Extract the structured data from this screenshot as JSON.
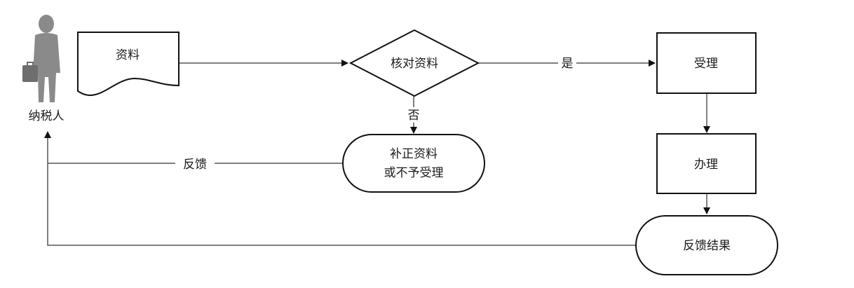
{
  "actor": {
    "label": "纳税人"
  },
  "nodes": {
    "documents": "资料",
    "check": "核对资料",
    "accept": "受理",
    "process": "办理",
    "correct_line1": "补正资料",
    "correct_line2": "或不予受理",
    "result": "反馈结果"
  },
  "edges": {
    "yes": "是",
    "no": "否",
    "feedback": "反馈"
  }
}
